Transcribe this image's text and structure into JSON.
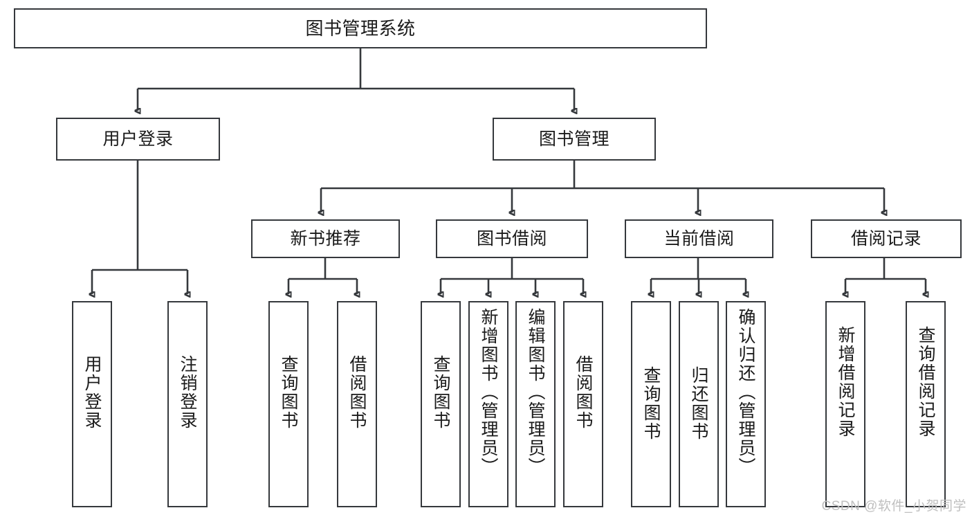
{
  "diagram": {
    "title": "图书管理系统",
    "type": "hierarchy-tree",
    "watermark": "CSDN @软件_小贺同学",
    "colors": {
      "box_border": "#35383c",
      "box_fill": "#ffffff",
      "link": "#35383c",
      "text": "#1a1a1a",
      "watermark": "#bfbfbf"
    },
    "levels": {
      "root": {
        "label": "图书管理系统"
      },
      "level2": [
        {
          "label": "用户登录"
        },
        {
          "label": "图书管理"
        }
      ],
      "level3": [
        {
          "label": "新书推荐"
        },
        {
          "label": "图书借阅"
        },
        {
          "label": "当前借阅"
        },
        {
          "label": "借阅记录"
        }
      ],
      "leaves": {
        "user_login": [
          {
            "label": "用户登录"
          },
          {
            "label": "注销登录"
          }
        ],
        "new_book_recommend": [
          {
            "label": "查询图书"
          },
          {
            "label": "借阅图书"
          }
        ],
        "book_borrow": [
          {
            "label": "查询图书"
          },
          {
            "label": "新增图书（管理员）"
          },
          {
            "label": "编辑图书（管理员）"
          },
          {
            "label": "借阅图书"
          }
        ],
        "current_borrow": [
          {
            "label": "查询图书"
          },
          {
            "label": "归还图书"
          },
          {
            "label": "确认归还（管理员）"
          }
        ],
        "borrow_record": [
          {
            "label": "新增借阅记录"
          },
          {
            "label": "查询借阅记录"
          }
        ]
      }
    }
  }
}
